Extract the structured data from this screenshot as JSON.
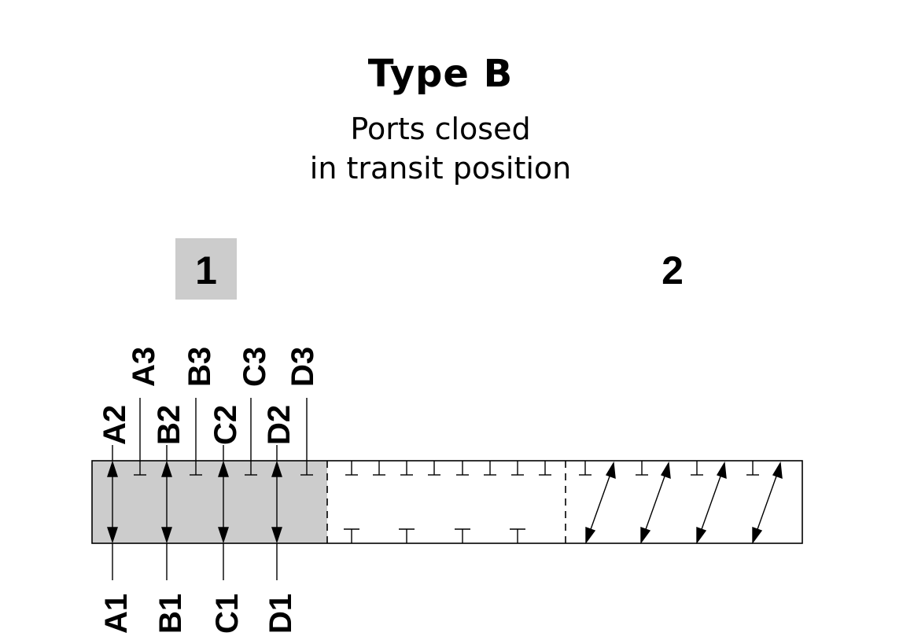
{
  "title": "Type B",
  "subtitle_line1": "Ports closed",
  "subtitle_line2": "in transit position",
  "positions": [
    {
      "label": "1",
      "highlighted": true
    },
    {
      "label": "2",
      "highlighted": false
    }
  ],
  "ports": {
    "top_row_2": [
      "A2",
      "B2",
      "C2",
      "D2"
    ],
    "top_row_3": [
      "A3",
      "B3",
      "C3",
      "D3"
    ],
    "bottom_row_1": [
      "A1",
      "B1",
      "C1",
      "D1"
    ]
  },
  "colors": {
    "highlight_fill": "#cccccc",
    "line": "#000000"
  }
}
